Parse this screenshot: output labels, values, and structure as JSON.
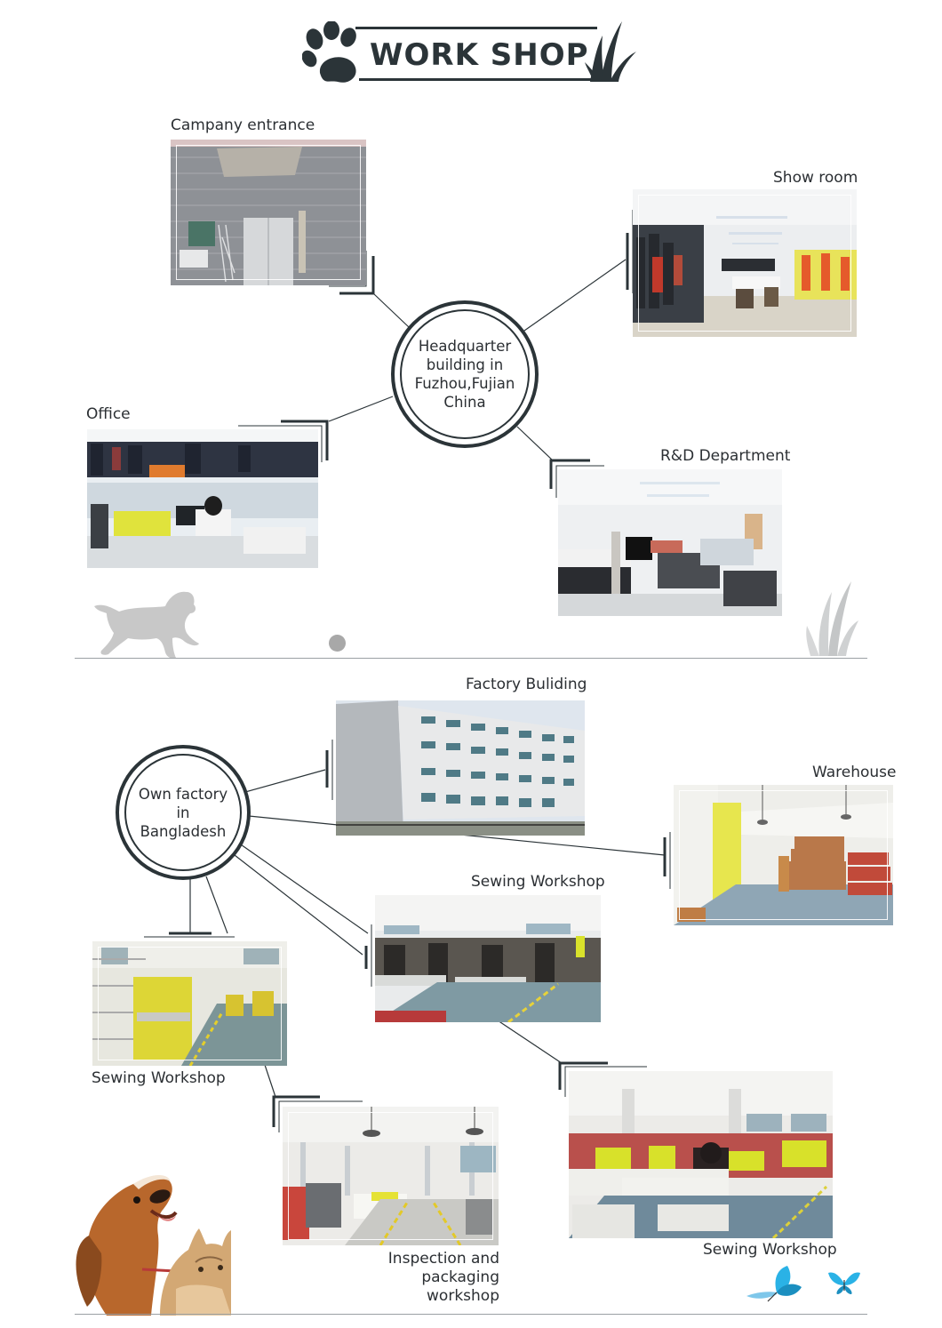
{
  "header": {
    "title": "WORK SHOP",
    "paw_icon": "paw-icon",
    "grass_icon": "grass-icon"
  },
  "headquarter": {
    "hub_text": "Headquarter\nbuilding in\nFuzhou,Fujian\nChina",
    "photos": [
      {
        "key": "entrance",
        "label": "Campany entrance"
      },
      {
        "key": "showroom",
        "label": "Show room"
      },
      {
        "key": "office",
        "label": "Office"
      },
      {
        "key": "rnd",
        "label": "R&D Department"
      }
    ]
  },
  "factory": {
    "hub_text": "Own factory\nin\nBangladesh",
    "photos": [
      {
        "key": "building",
        "label": "Factory Buliding"
      },
      {
        "key": "warehouse",
        "label": "Warehouse"
      },
      {
        "key": "sewing_center",
        "label": "Sewing Workshop"
      },
      {
        "key": "sewing_left",
        "label": "Sewing Workshop"
      },
      {
        "key": "inspection",
        "label": "Inspection and\npackaging workshop"
      },
      {
        "key": "sewing_right",
        "label": "Sewing Workshop"
      }
    ]
  },
  "decor": {
    "dog_icon": "dog-silhouette-icon",
    "grass_icon": "grass-tuft-icon",
    "dog_cat_image": "dog-and-cat-image",
    "butterfly_icon": "butterfly-icon"
  },
  "colors": {
    "ink": "#2b3438",
    "text": "#2b2f33",
    "silhouette": "#c8c8c8",
    "hivis": "#d8e21a",
    "butterfly": "#2ab2e6"
  }
}
